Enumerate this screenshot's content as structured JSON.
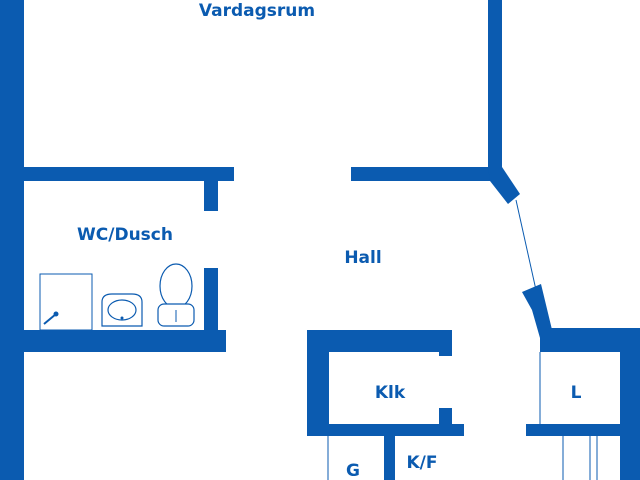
{
  "rooms": {
    "vardagsrum": "Vardagsrum",
    "wc_dusch": "WC/Dusch",
    "hall": "Hall",
    "klk": "Klk",
    "l": "L",
    "g": "G",
    "kf": "K/F"
  },
  "colors": {
    "wall": "#0b5bb0",
    "background": "#ffffff"
  }
}
